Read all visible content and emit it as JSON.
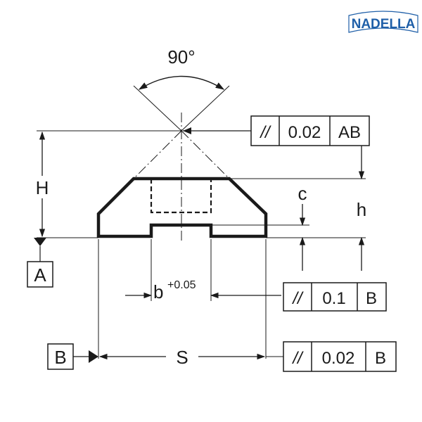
{
  "logo": {
    "text": "NADELLA",
    "color": "#1f5fa8"
  },
  "angle_label": "90°",
  "dimensions": {
    "H": "H",
    "h": "h",
    "c": "c",
    "b": "b",
    "b_tolerance": "+0.05",
    "S": "S"
  },
  "datums": {
    "A": "A",
    "B": "B"
  },
  "tolerance_frames": [
    {
      "symbol": "//",
      "value": "0.02",
      "datum": "AB"
    },
    {
      "symbol": "//",
      "value": "0.1",
      "datum": "B"
    },
    {
      "symbol": "//",
      "value": "0.02",
      "datum": "B"
    }
  ],
  "colors": {
    "line": "#1a1a1a",
    "logo": "#1f5fa8"
  }
}
